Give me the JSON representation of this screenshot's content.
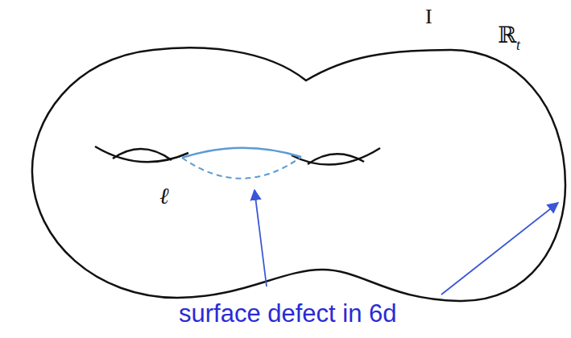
{
  "diagram": {
    "labels": [
      "I",
      "ℝ",
      "t",
      "ℓ",
      "surface defect in 6d"
    ]
  }
}
